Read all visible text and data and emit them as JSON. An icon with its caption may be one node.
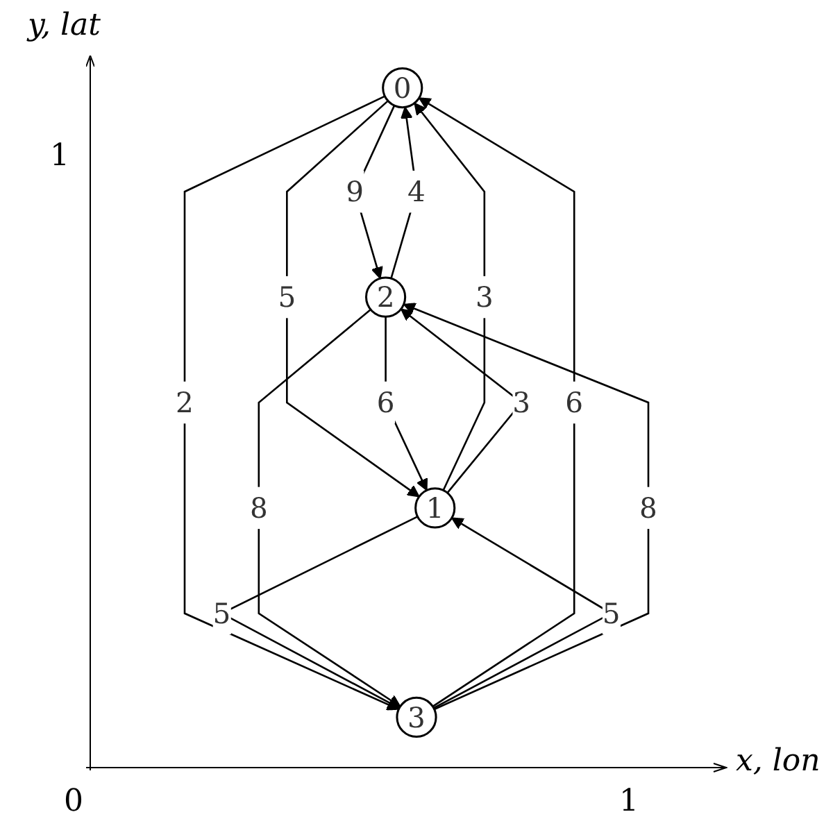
{
  "diagram": {
    "nodes": [
      {
        "text": [
          "0"
        ]
      },
      {
        "text": [
          "1"
        ]
      },
      {
        "text": [
          "2"
        ]
      },
      {
        "text": [
          "3"
        ]
      }
    ],
    "edges": [
      {
        "from": 2,
        "to": 0,
        "label": "4",
        "arrow": "to"
      },
      {
        "from": 0,
        "to": 2,
        "label": "9",
        "arrow": "to"
      },
      {
        "from": 0,
        "to": 1,
        "label": "5",
        "arrow": "to"
      },
      {
        "from": 1,
        "to": 0,
        "label": "3",
        "arrow": "to"
      },
      {
        "from": 3,
        "to": 0,
        "label": "6",
        "arrow": "to"
      },
      {
        "from": 0,
        "to": 3,
        "label": "2",
        "arrow": "to"
      },
      {
        "from": 1,
        "to": 2,
        "label": "3",
        "arrow": "to"
      },
      {
        "from": 2,
        "to": 1,
        "label": "6",
        "arrow": "to"
      },
      {
        "from": 3,
        "to": 1,
        "label": "5",
        "arrow": "to"
      },
      {
        "from": 1,
        "to": 3,
        "label": "5",
        "arrow": "to"
      },
      {
        "from": 3,
        "to": 2,
        "label": "8",
        "arrow": "to"
      },
      {
        "from": 2,
        "to": 3,
        "label": "8",
        "arrow": "to"
      }
    ],
    "labels": [
      "y, lat",
      "1",
      "0",
      "1",
      "x, lon"
    ]
  }
}
